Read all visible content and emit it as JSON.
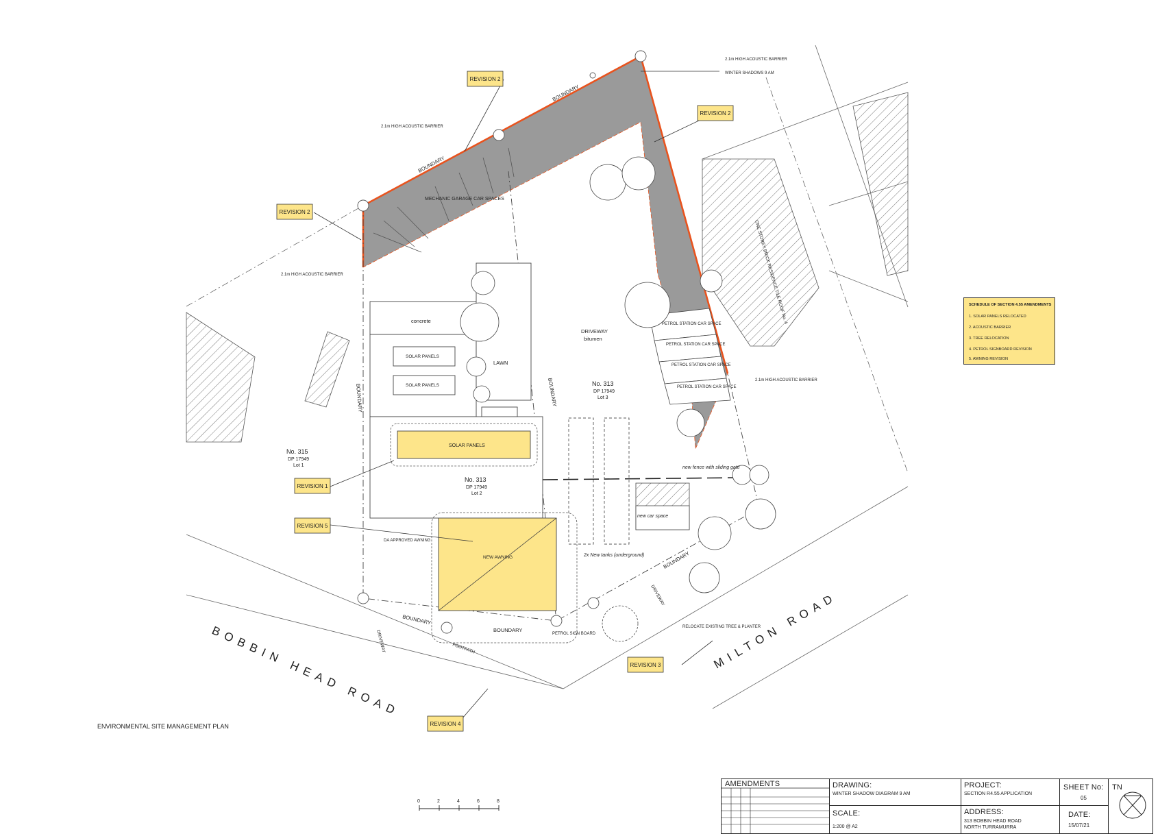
{
  "revisions": [
    "REVISION 1",
    "REVISION 2",
    "REVISION 3",
    "REVISION 4",
    "REVISION 5"
  ],
  "site_labels": {
    "boundary": "BOUNDARY",
    "acoustic_barrier": "2.1m HIGH ACOUSTIC BARRIER",
    "winter_shadows": "WINTER SHADOWS 9 AM",
    "mechanic_garage": "MECHANIC GARAGE CAR SPACES",
    "concrete": "concrete",
    "solar_panels_upper": "SOLAR PANELS",
    "solar_panels_lower": "SOLAR PANELS",
    "solar_panels_main": "SOLAR PANELS",
    "lawn": "LAWN",
    "driveway": "DRIVEWAY",
    "bitumen": "bitumen",
    "lot3_no": "No. 313",
    "lot3_dp": "DP 17949",
    "lot3_lot": "Lot 3",
    "lot2_no": "No. 313",
    "lot2_dp": "DP 17949",
    "lot2_lot": "Lot 2",
    "lot1_no": "No. 315",
    "lot1_dp": "DP 17949",
    "lot1_lot": "Lot 1",
    "petrol_car_space": "PETROL STATION CAR SPACE",
    "new_fence": "new fence with sliding gate",
    "new_car_space": "new car space",
    "new_tanks": "2x New tanks (underground)",
    "da_approved_awning": "DA APPROVED AWNING",
    "new_awning": "NEW AWNING",
    "relocate_tree": "RELOCATE EXISTING TREE & PLANTER",
    "petrol_sign_board": "PETROL SIGN BOARD",
    "footpath": "FOOTPATH",
    "bobbin_head_road": "BOBBIN HEAD ROAD",
    "milton_road": "MILTON ROAD",
    "residence": "ONE STOREY BRICK RESIDENCE TILE ROOF No. 4"
  },
  "plan_title": "ENVIRONMENTAL SITE MANAGEMENT PLAN",
  "scale_bar": [
    "0",
    "2",
    "4",
    "6",
    "8"
  ],
  "schedule": {
    "title": "SCHEDULE OF SECTION 4.55 AMENDMENTS",
    "items": [
      "1. SOLAR PANELS RELOCATED",
      "2. ACOUSTIC BARRIER",
      "3. TREE RELOCATION",
      "4. PETROL SIGNBOARD REVISION",
      "5. AWNING REVISION"
    ]
  },
  "title_block": {
    "amendments_label": "AMENDMENTS",
    "drawing_label": "DRAWING:",
    "drawing_value": "WINTER SHADOW DIAGRAM 9 AM",
    "scale_label": "SCALE:",
    "scale_value": "1:200 @ A2",
    "project_label": "PROJECT:",
    "project_value": "SECTION R4.55 APPLICATION",
    "address_label": "ADDRESS:",
    "address_line1": "313 BOBBIN HEAD ROAD",
    "address_line2": "NORTH TURRAMURRA",
    "sheet_label": "SHEET No:",
    "sheet_value": "05",
    "date_label": "DATE:",
    "date_value": "15/07/21",
    "north_label": "TN"
  },
  "colors": {
    "shadow": "#9a9a9a",
    "barrier": "#e8531e",
    "highlight": "#fde58a",
    "line": "#555555"
  }
}
